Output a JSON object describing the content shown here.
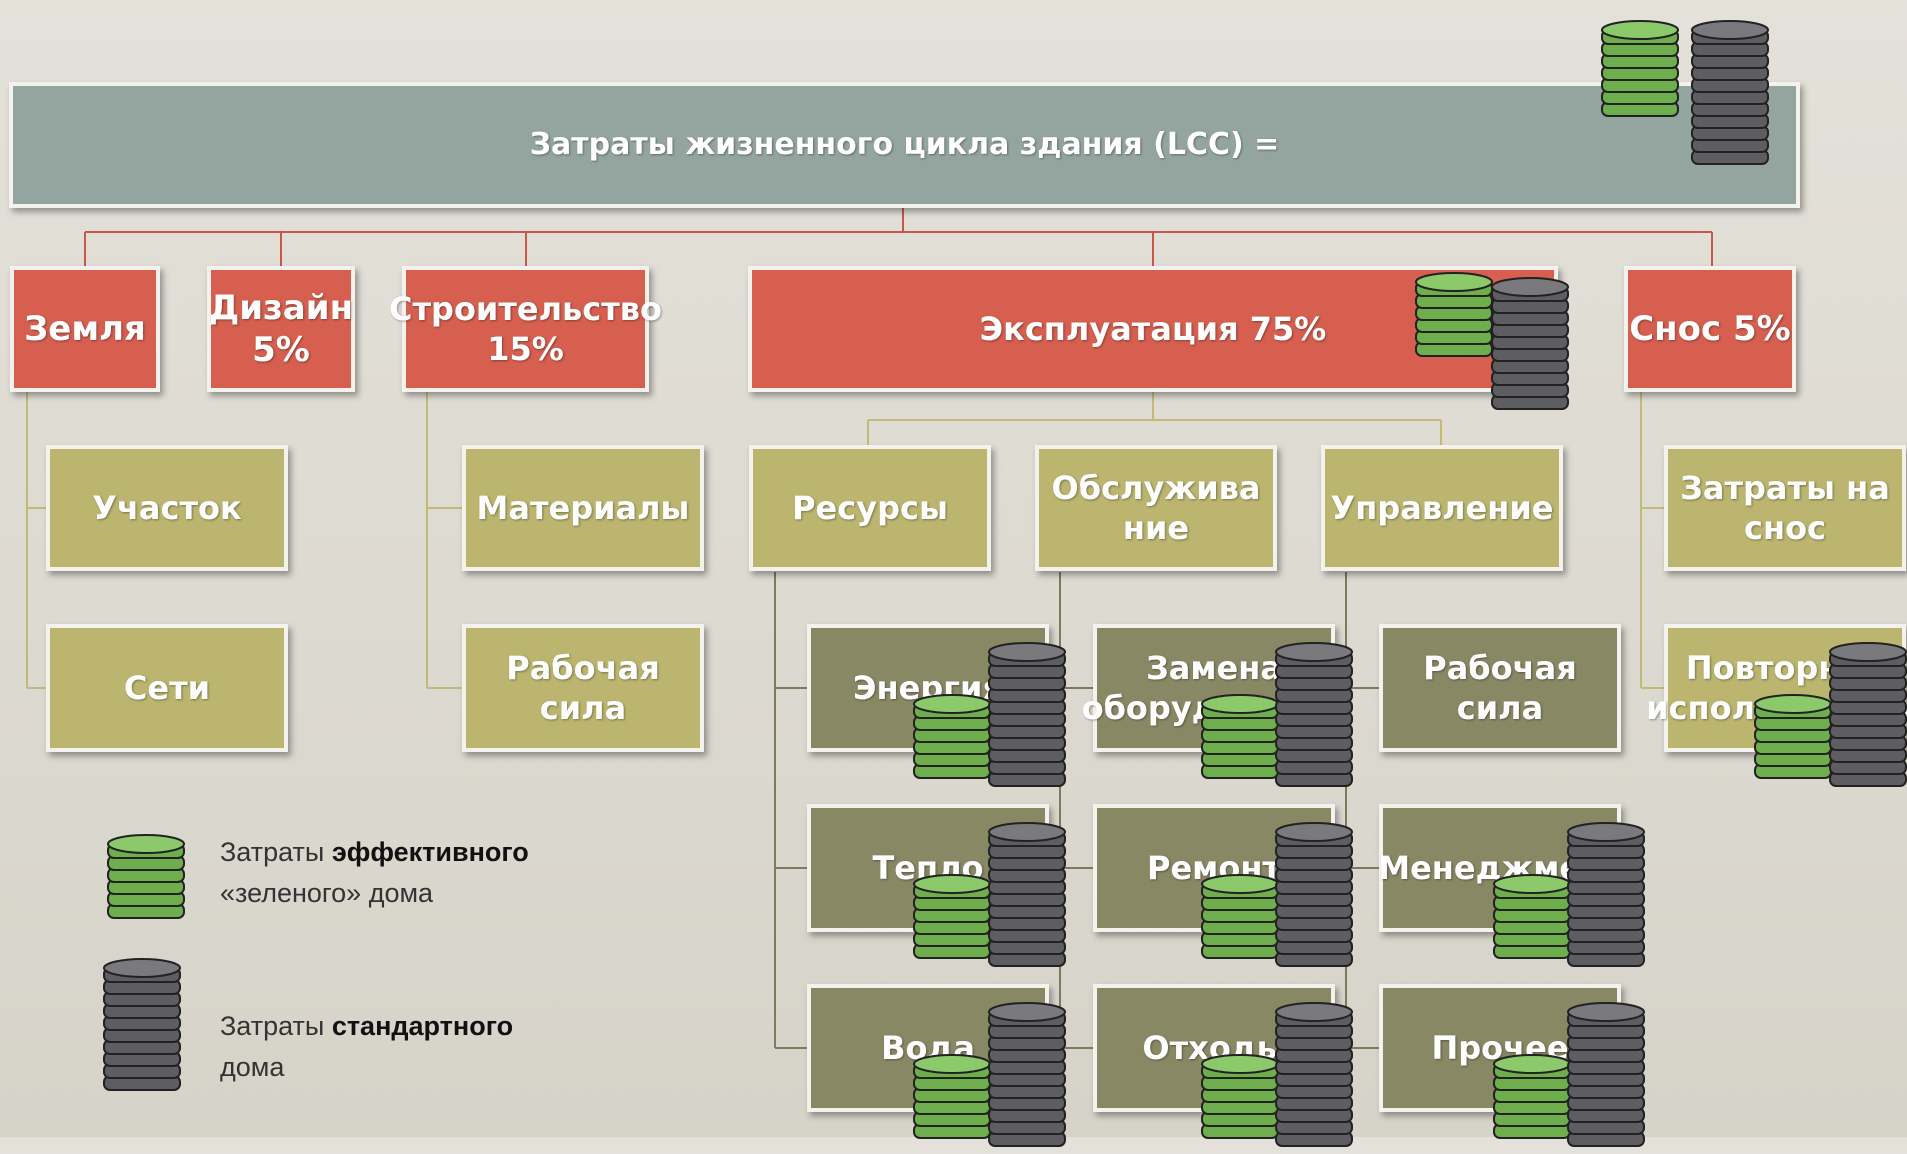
{
  "root": "Затраты жизненного цикла здания (LCC) =",
  "phases": {
    "land": "Земля",
    "design": "Дизайн 5%",
    "construction": "Строительство 15%",
    "operation": "Эксплуатация 75%",
    "demolition": "Снос 5%"
  },
  "land_items": [
    "Участок",
    "Сети"
  ],
  "construction_items": [
    "Материалы",
    "Рабочая сила"
  ],
  "operation_groups": [
    "Ресурсы",
    "Обслуживание",
    "Управление"
  ],
  "resources_items": [
    "Энергия",
    "Тепло",
    "Вода"
  ],
  "maintenance_items": [
    "Замена оборудования",
    "Ремонт",
    "Отходы"
  ],
  "management_items": [
    "Рабочая сила",
    "Менеджмент",
    "Прочее"
  ],
  "demolition_items": [
    "Затраты на снос",
    "Повторное использование"
  ],
  "legend": {
    "green_prefix": "Затраты ",
    "green_bold": "эффективного",
    "green_suffix": "«зеленого» дома",
    "gray_prefix": "Затраты ",
    "gray_bold": "стандартного",
    "gray_suffix": "дома"
  },
  "colors": {
    "top": "#94a59f",
    "phase": "#d65f4f",
    "group": "#bbb56f",
    "item": "#898865",
    "green_coin": "#6fae4d",
    "gray_coin": "#5e5e62"
  }
}
